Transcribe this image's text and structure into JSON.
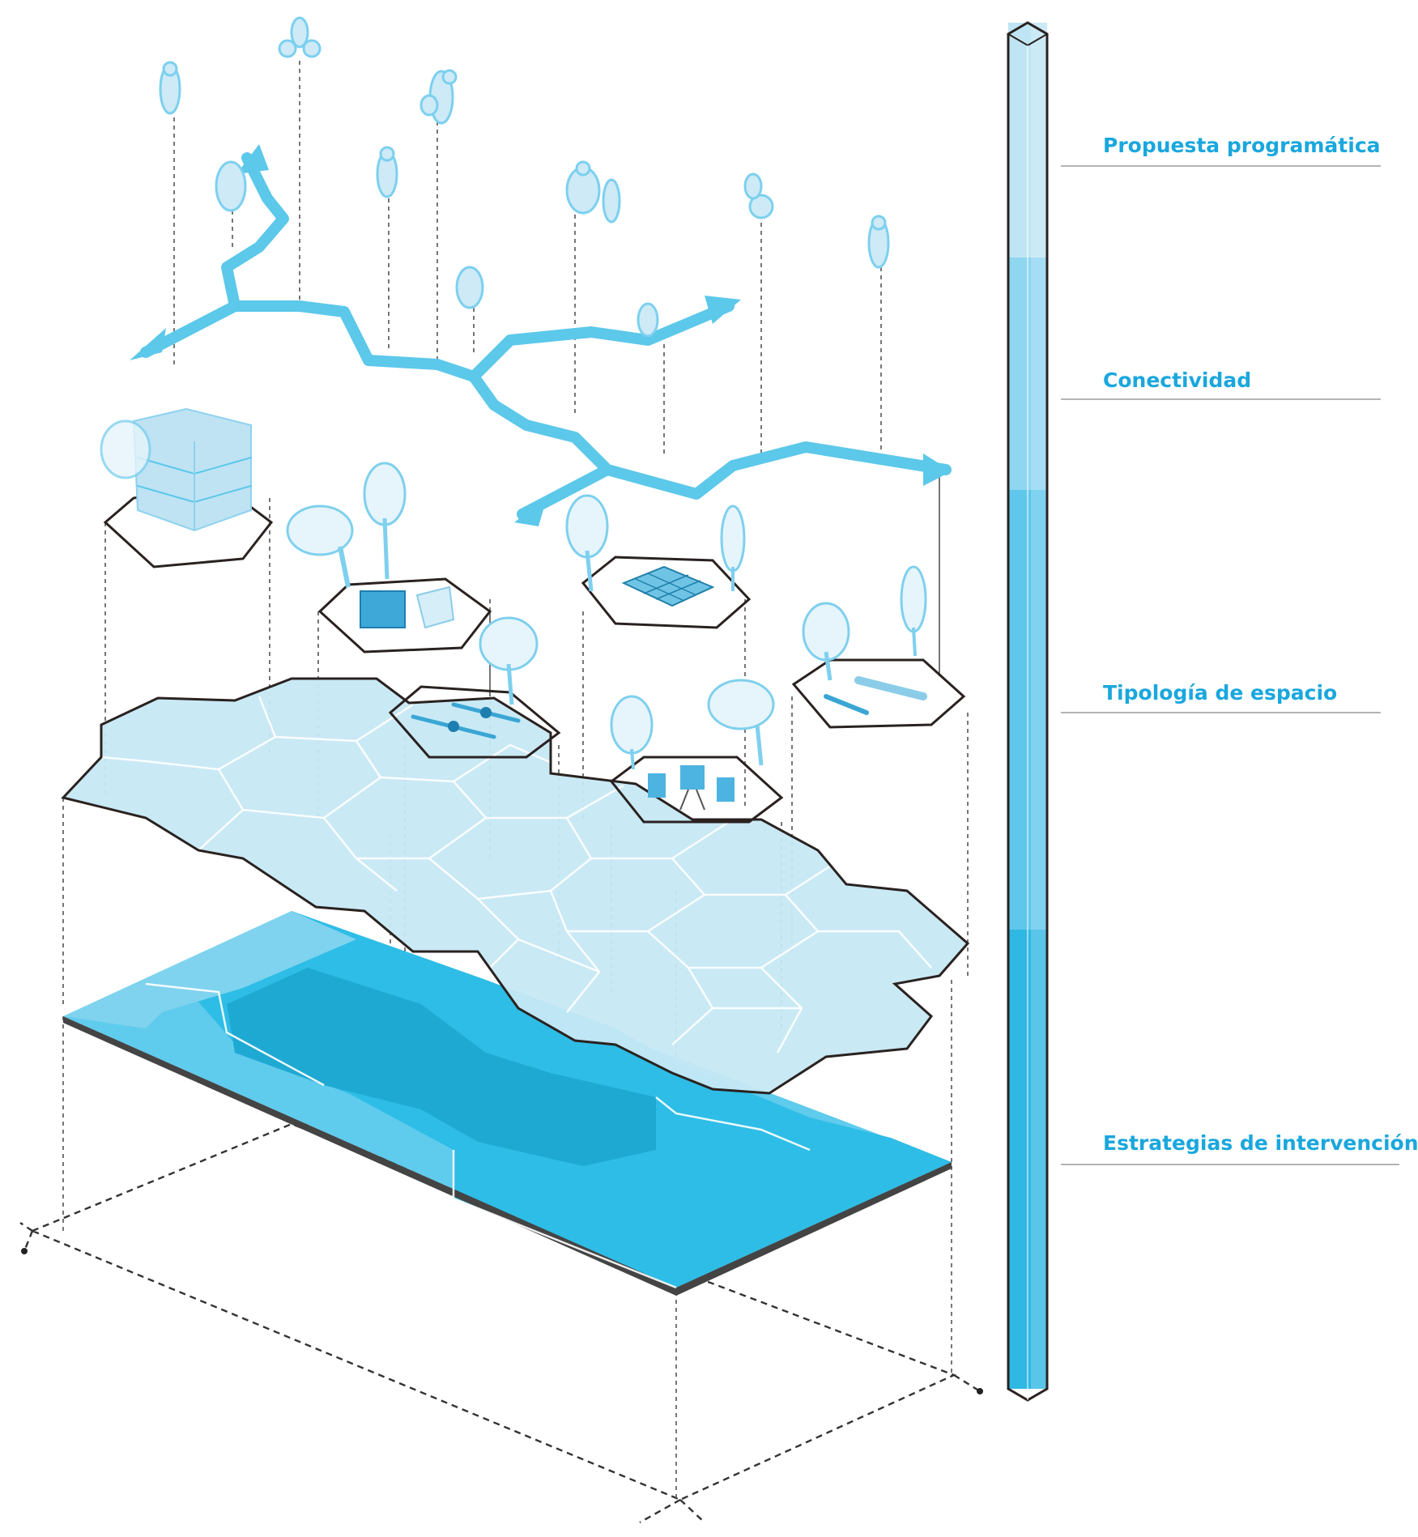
{
  "layers": [
    {
      "label": "Propuesta programática",
      "color": "#bfe5f4"
    },
    {
      "label": "Conectividad",
      "color": "#8fd6f1"
    },
    {
      "label": "Tipología de espacio",
      "color": "#5fc7ec"
    },
    {
      "label": "Estrategias de intervención",
      "color": "#2fb8e3"
    }
  ],
  "accent": "#1aa7dd",
  "outline": "#2a2220",
  "icons": [
    "person-icon",
    "cyclist-icon",
    "dog-walker-icon",
    "wheelchair-icon",
    "tree-icon",
    "building-icon",
    "playground-icon",
    "chess-board-icon",
    "bench-icon",
    "cafe-table-icon",
    "arrow-icon"
  ]
}
